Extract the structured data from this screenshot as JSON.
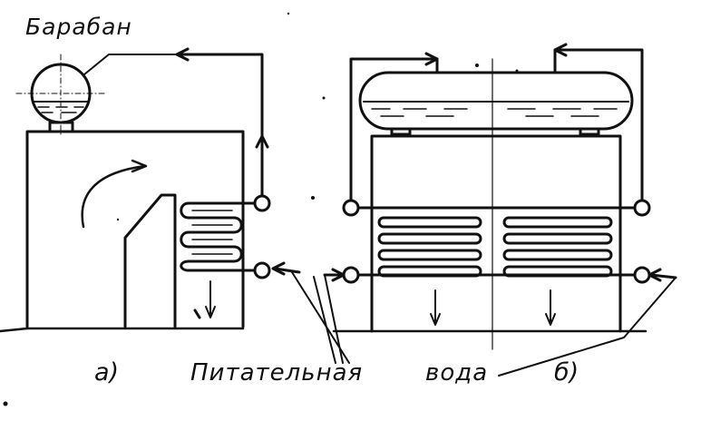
{
  "labels": {
    "drum": "Барабан",
    "variant_a": "а)",
    "variant_b": "б)",
    "feed_water_word1": "Питательная",
    "feed_water_word2": "вода"
  },
  "colors": {
    "ink": "#111111",
    "paper": "#ffffff"
  }
}
